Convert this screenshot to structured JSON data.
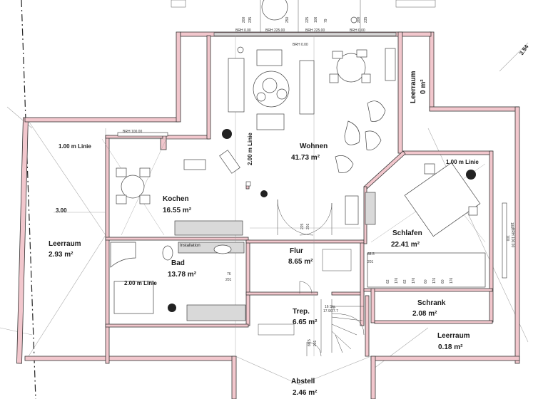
{
  "rooms": {
    "wohnen": {
      "name": "Wohnen",
      "area": "41.73 m²"
    },
    "kochen": {
      "name": "Kochen",
      "area": "16.55 m²"
    },
    "bad": {
      "name": "Bad",
      "area": "13.78 m²"
    },
    "flur": {
      "name": "Flur",
      "area": "8.65 m²"
    },
    "schlafen": {
      "name": "Schlafen",
      "area": "22.41 m²"
    },
    "schrank": {
      "name": "Schrank",
      "area": "2.08 m²"
    },
    "trep": {
      "name": "Trep.",
      "area": "6.65 m²"
    },
    "abstell": {
      "name": "Abstell",
      "area": "2.46 m²"
    },
    "leerraum_left": {
      "name": "Leerraum",
      "area": "2.93 m²"
    },
    "leerraum_right_bottom": {
      "name": "Leerraum",
      "area": "0.18 m²"
    },
    "leerraum_top": {
      "name": "Leerraum",
      "area": "0 m²"
    }
  },
  "labels": {
    "linie_100_left": "1.00 m Linie",
    "linie_100_right": "1.00 m Linie",
    "linie_200_kochen": "2.00 m Linie",
    "linie_200_bad": "2.00 m Linie",
    "installation": "Installation",
    "brh_top_center": "BRH 0.00",
    "brh_top_left": "BRH 0.00",
    "brh_top_a": "BRH 225.00",
    "brh_top_b": "BRH 225.00",
    "brh_top_right": "BRH 0.00",
    "brh_kochen": "BRH 100.00",
    "brh_schlafen": "BRH 100.00",
    "stairs": "16 Stg.",
    "stairs_sub": "17.9/27.7"
  },
  "dimensions": {
    "d_300": "3.00",
    "d_394": "3.94",
    "d_200a": "200",
    "d_235": "235",
    "d_250": "250",
    "d_225a": "225",
    "d_106": "106",
    "d_79": "79",
    "d_200b": "200",
    "d_235b": "235",
    "d_225_flur": "225",
    "d_201_flur": "201",
    "d_76": "76",
    "d_201_bad": "201",
    "d_885": "88.5",
    "d_201_schl": "201",
    "d_180": "180",
    "d_100": "100",
    "d_885_trep": "88.5",
    "d_201_trep": "201",
    "d_62": "62",
    "d_176a": "176",
    "d_62b": "62",
    "d_176b": "176",
    "d_60": "60",
    "d_176c": "176",
    "d_60b": "60",
    "d_176d": "176"
  },
  "colors": {
    "wall_fill": "#f2c7cd",
    "line": "#333333"
  }
}
